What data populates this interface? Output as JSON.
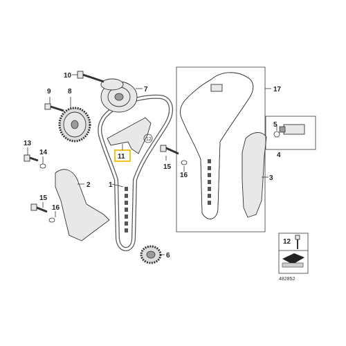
{
  "callouts": {
    "c1": "1",
    "c2": "2",
    "c3": "3",
    "c4": "4",
    "c5": "5",
    "c6": "6",
    "c7": "7",
    "c8": "8",
    "c9": "9",
    "c10": "10",
    "c11": "11",
    "c12": "12",
    "c13": "13",
    "c14": "14",
    "c15a": "15",
    "c15b": "15",
    "c16a": "16",
    "c16b": "16",
    "c17": "17",
    "c12circle": "12",
    "c12legend": "12"
  },
  "diagram_number": "482852",
  "highlight_color": "#f0c419"
}
